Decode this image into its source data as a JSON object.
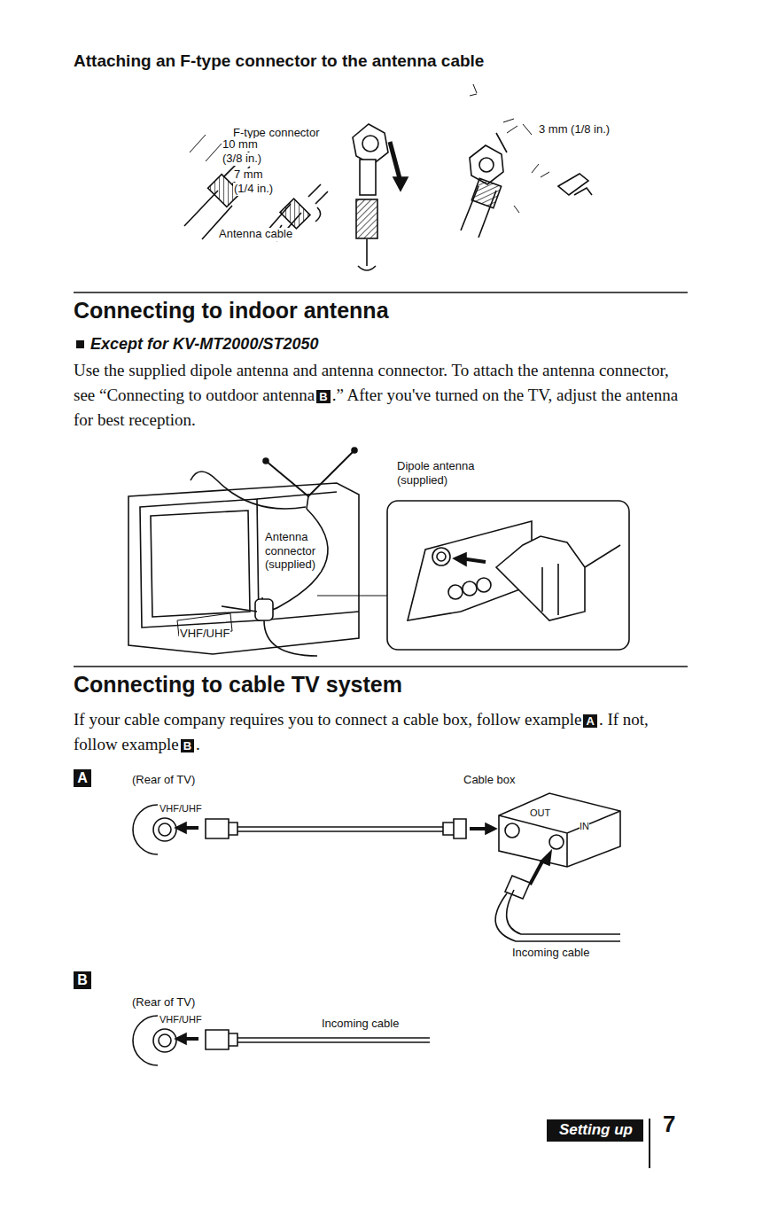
{
  "diagram": {
    "nodes": [
      {
        "text": [
          "Setting up"
        ]
      }
    ],
    "labels": [
      "Attaching an F-type connector to the antenna cable",
      "F-type connector",
      "10 mm",
      "(3/8 in.)",
      "7 mm",
      "(1/4 in.)",
      "Antenna cable",
      "3 mm (1/8 in.)",
      "Connecting to indoor antenna",
      "Except for KV-MT2000/ST2050",
      "Use the supplied dipole antenna and antenna connector. To attach the antenna connector, see “Connecting to outdoor antenna",
      "B",
      ".” After you've turned on the TV, adjust the antenna for best reception.",
      "Dipole antenna (supplied)",
      "Antenna connector (supplied)",
      "VHF/UHF",
      "Connecting to cable TV system",
      "If your cable company requires you to connect a cable box, follow example",
      "A",
      ". If not, follow example",
      "B",
      ".",
      "A",
      "(Rear of TV)",
      "VHF/UHF",
      "Cable box",
      "OUT",
      "IN",
      "Incoming cable",
      "B",
      "(Rear of TV)",
      "VHF/UHF",
      "Incoming cable",
      "7"
    ]
  }
}
